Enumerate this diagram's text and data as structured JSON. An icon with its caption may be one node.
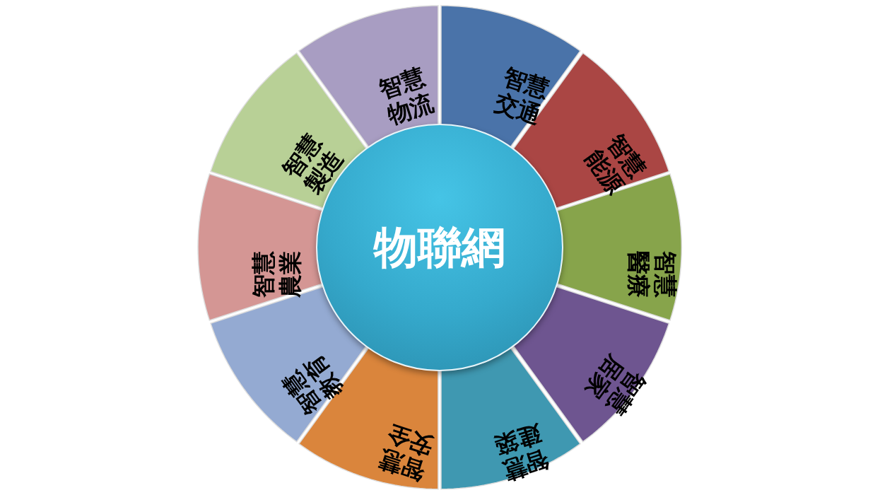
{
  "diagram": {
    "nodes": [
      {
        "text": [
          "物聯網"
        ]
      },
      {
        "text": [
          "智慧交通"
        ]
      },
      {
        "text": [
          "智慧能源"
        ]
      },
      {
        "text": [
          "智慧醫療"
        ]
      },
      {
        "text": [
          "智慧居家"
        ]
      },
      {
        "text": [
          "智慧建築"
        ]
      },
      {
        "text": [
          "智慧安全"
        ]
      },
      {
        "text": [
          "智慧教育"
        ]
      },
      {
        "text": [
          "智慧農業"
        ]
      },
      {
        "text": [
          "智慧製造"
        ]
      },
      {
        "text": [
          "智慧物流"
        ]
      }
    ]
  }
}
